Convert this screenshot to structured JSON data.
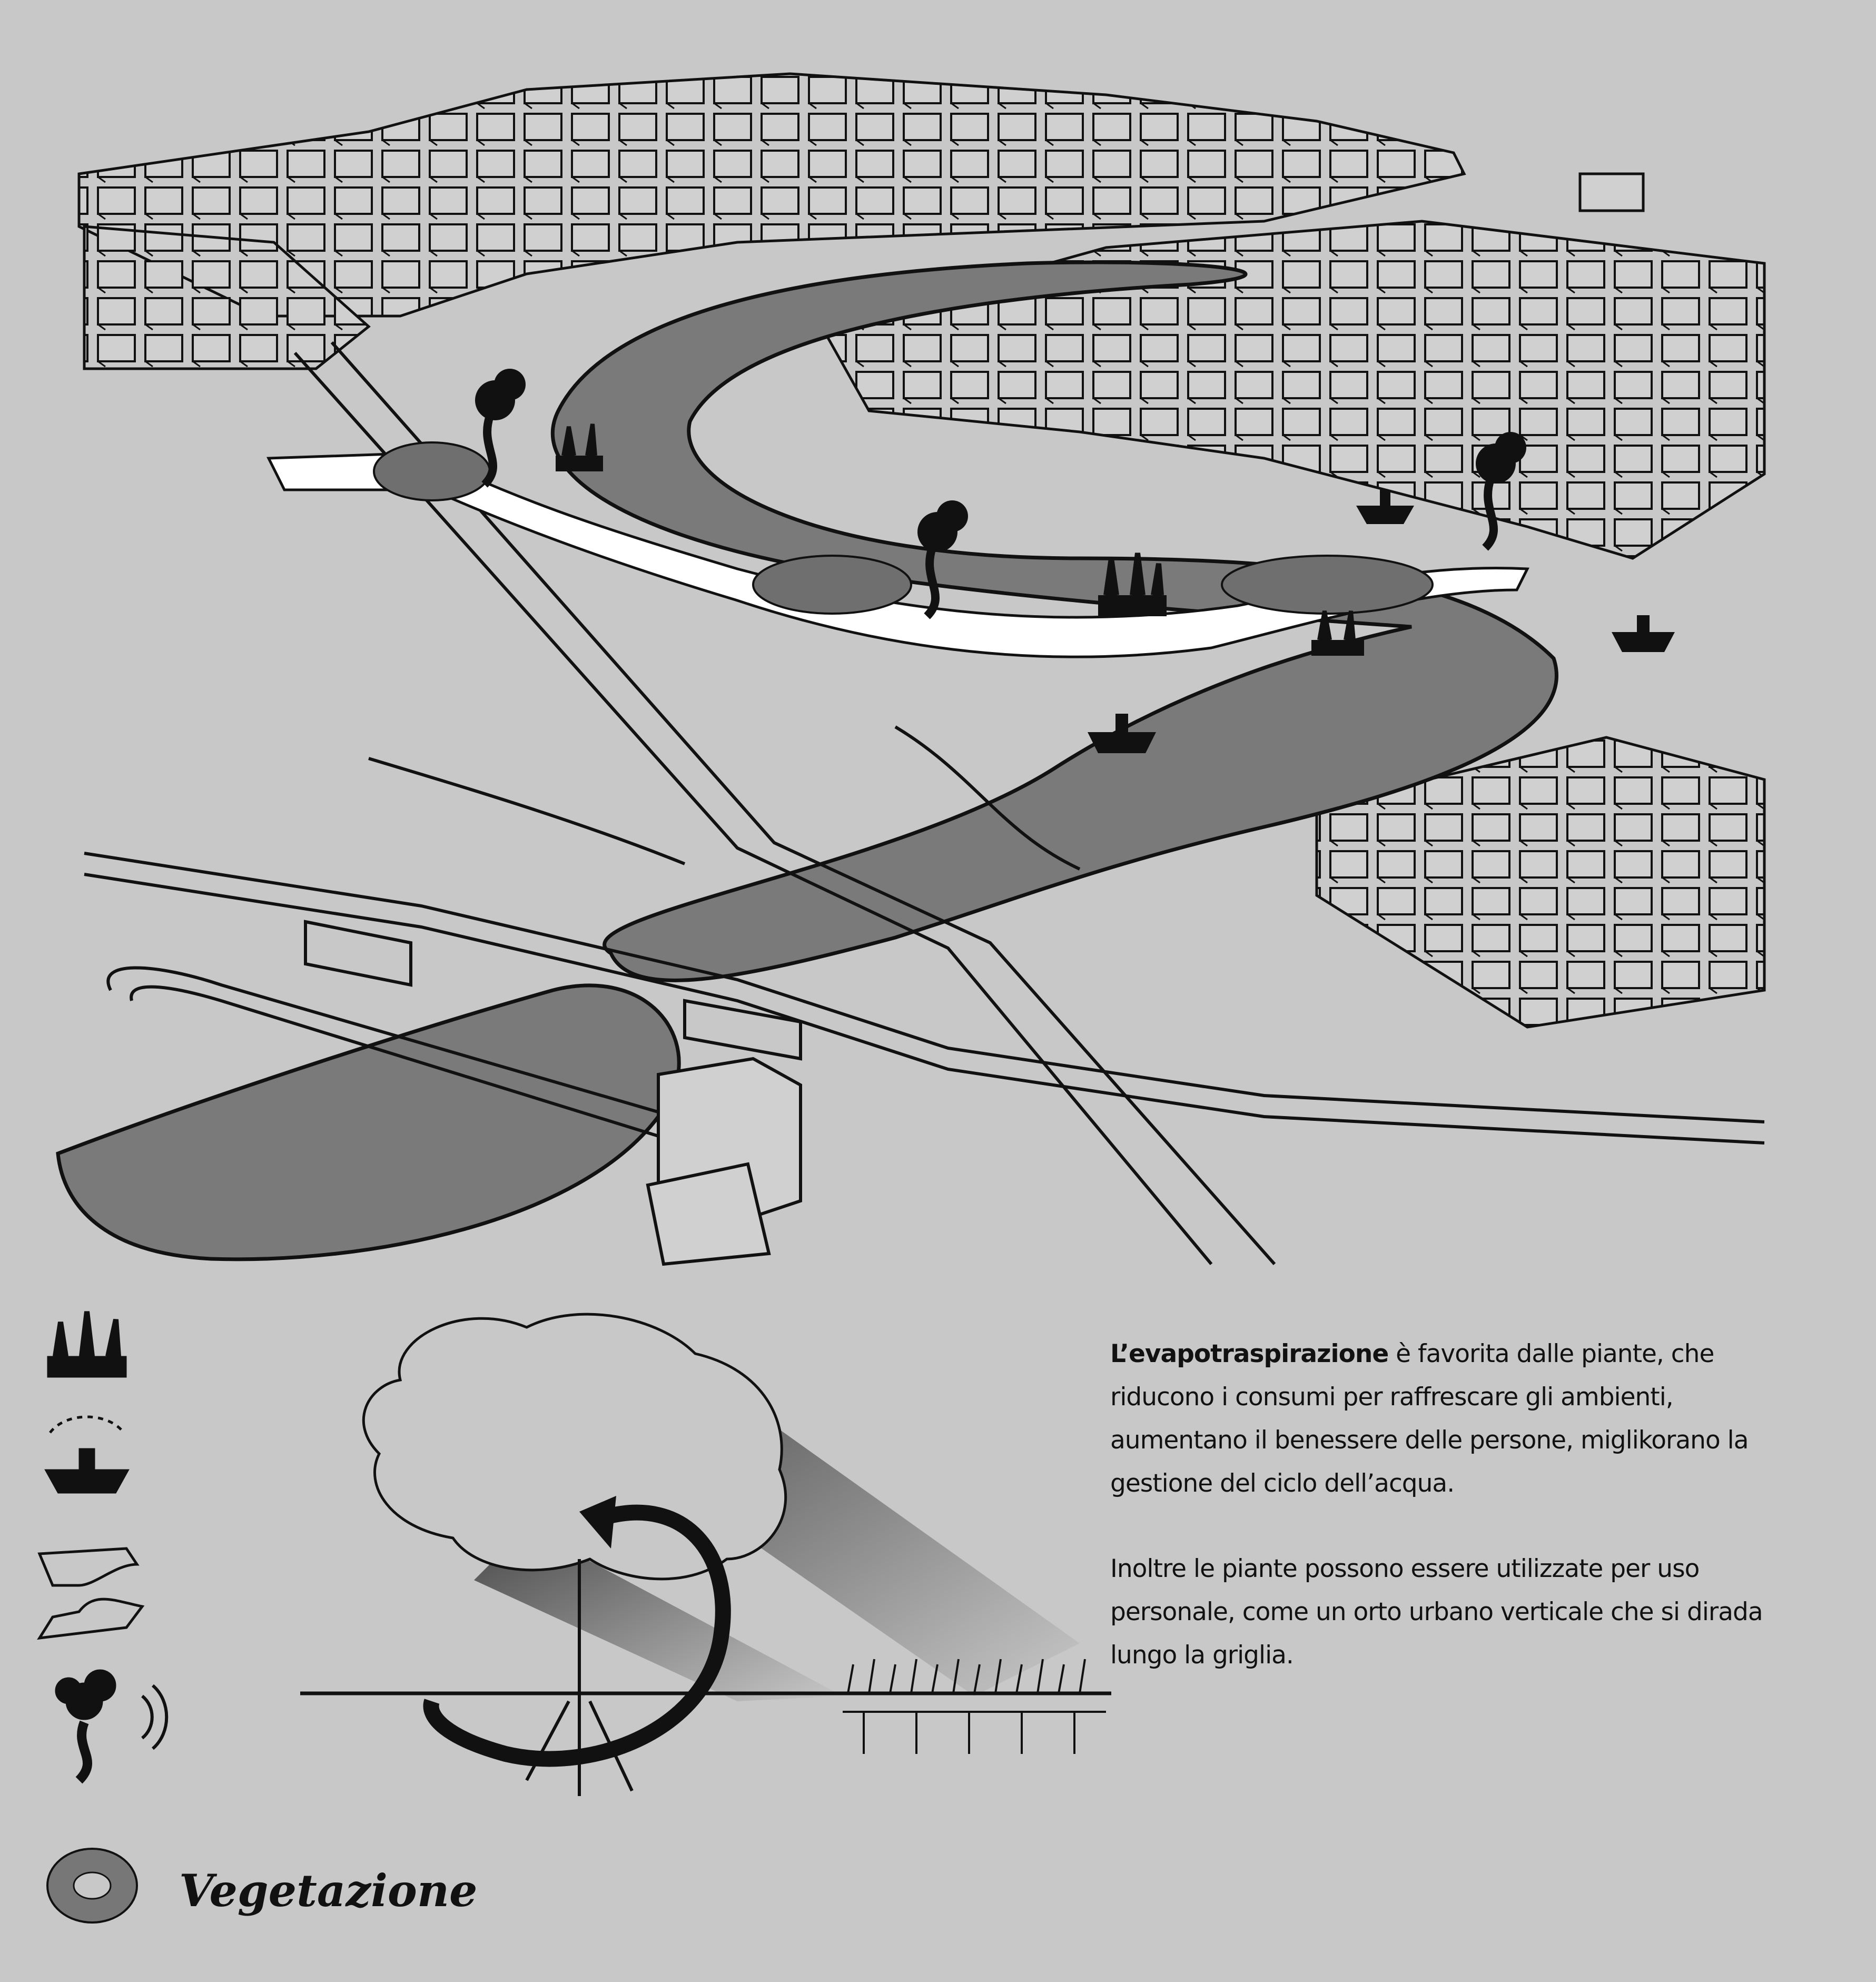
{
  "description": {
    "paragraph1_bold": "L’evapotraspirazione",
    "paragraph1_rest": " è favorita dalle piante, che riducono i consumi per raffrescare gli ambienti, aumentano il benessere delle persone, miglikorano la gestione del ciclo dell’acqua.",
    "paragraph2": "Inoltre le piante possono essere utilizzate per uso personale, come un orto urbano verticale che si dirada lungo la griglia."
  },
  "legend": {
    "items": [
      {
        "icon": "plants-planter-icon"
      },
      {
        "icon": "fountain-icon"
      },
      {
        "icon": "canopy-shape-icon"
      },
      {
        "icon": "smoke-sound-icon"
      },
      {
        "icon": "vegetation-icon",
        "label": "Vegetazione"
      }
    ]
  },
  "colors": {
    "background": "#c8c8c8",
    "river": "#7a7a7a",
    "line": "#111111",
    "highlight": "#ffffff"
  }
}
